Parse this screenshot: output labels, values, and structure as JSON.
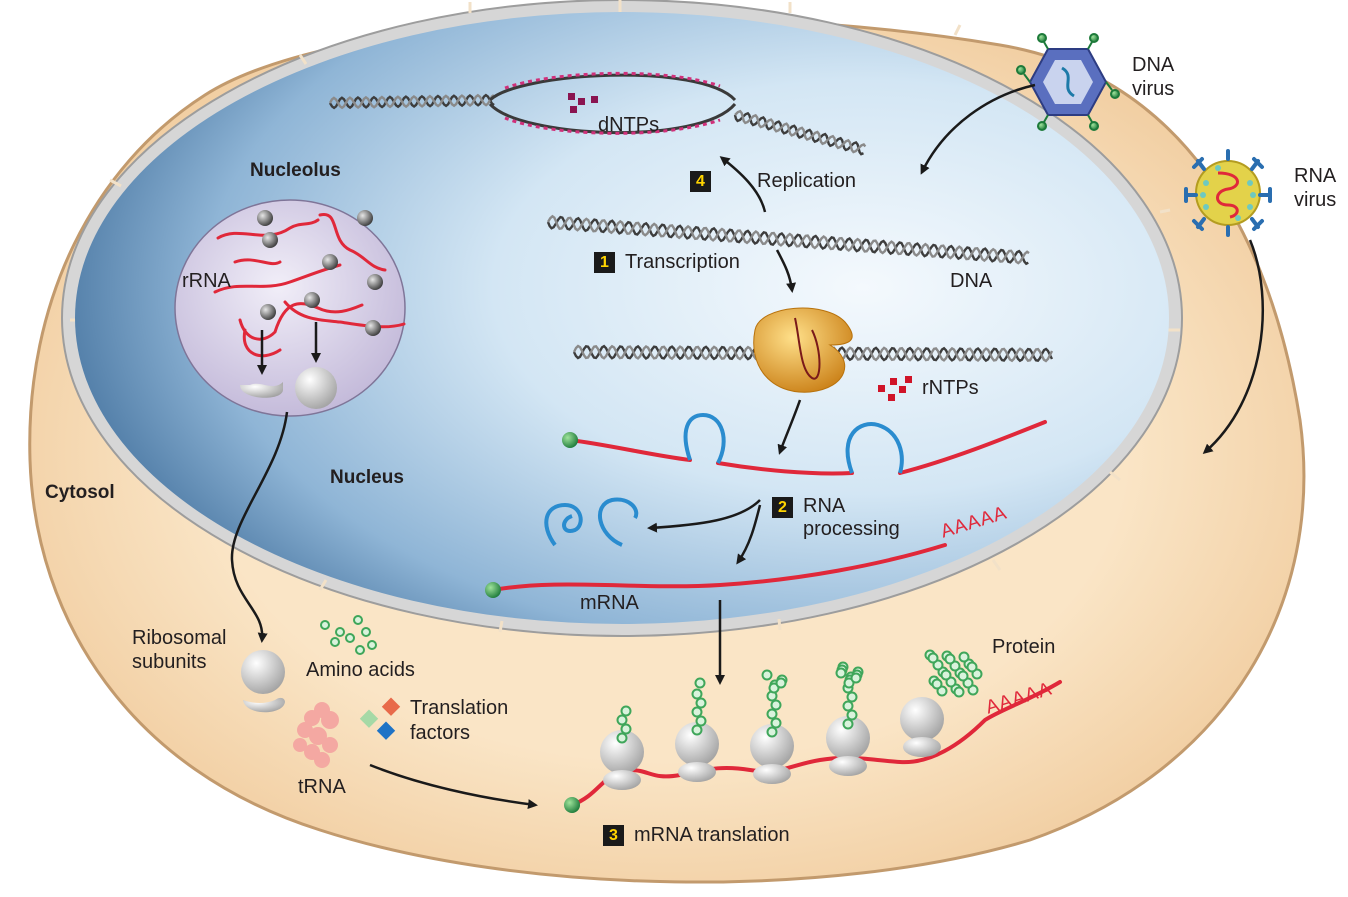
{
  "labels": {
    "nucleolus": "Nucleolus",
    "nucleus": "Nucleus",
    "cytosol": "Cytosol",
    "rrna": "rRNA",
    "dntps": "dNTPs",
    "rntps": "rNTPs",
    "dna": "DNA",
    "mrna": "mRNA",
    "polya_1": "AAAAA",
    "polya_2": "AAAAA",
    "ribosomal_1": "Ribosomal",
    "ribosomal_2": "subunits",
    "amino_acids": "Amino acids",
    "translation_factors_1": "Translation",
    "translation_factors_2": "factors",
    "trna": "tRNA",
    "protein": "Protein",
    "dna_virus_1": "DNA",
    "dna_virus_2": "virus",
    "rna_virus_1": "RNA",
    "rna_virus_2": "virus"
  },
  "steps": [
    {
      "number": "1",
      "label": "Transcription"
    },
    {
      "number": "2",
      "label_1": "RNA",
      "label_2": "processing"
    },
    {
      "number": "3",
      "label": "mRNA translation"
    },
    {
      "number": "4",
      "label": "Replication"
    }
  ],
  "colors": {
    "cell": "#f8dcb6",
    "cell_outline": "#d0a67a",
    "nucleus_dark": "#4f7ea8",
    "nucleus_light": "#e8f3fb",
    "envelope": "#c9c9c9",
    "nucleolus": "#d9d3e8",
    "rna_red": "#e0283a",
    "intron_blue": "#2a8ccf",
    "polymerase": "#e8a020",
    "amino_green": "#7fd49a",
    "step_yellow": "#ffd400"
  }
}
